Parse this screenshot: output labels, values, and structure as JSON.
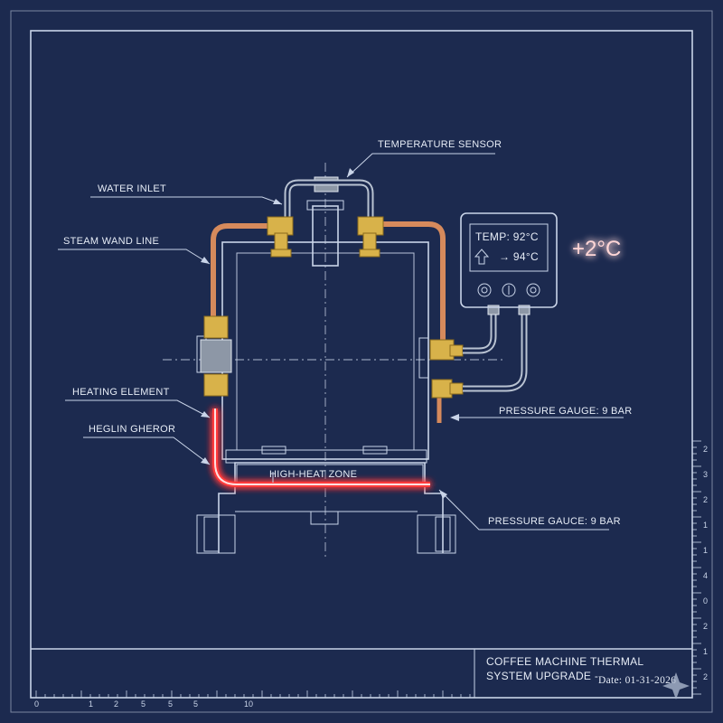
{
  "labels": {
    "temperature_sensor": "TEMPERATURE SENSOR",
    "water_inlet": "WATER INLET",
    "steam_wand_line": "STEAM WAND LINE",
    "heating_element": "HEATING ELEMENT",
    "heglin_gheror": "HEGLIN GHEROR",
    "high_heat_zone": "HIGH-HEAT ZONE",
    "pressure_gauge_1": "PRESSURE GAUGE: 9 BAR",
    "pressure_gauge_2": "PRESSURE GAUCE: 9 BAR"
  },
  "display": {
    "temp_line": "TEMP:  92°C",
    "target_line": "→ 94°C",
    "delta": "+2°C"
  },
  "title_block": {
    "line1": "COFFEE MACHINE THERMAL",
    "line2": "SYSTEM UPGRADE -",
    "date": "Date: 01-31-2026"
  },
  "ruler": {
    "bottom_ticks": [
      "0",
      "1",
      "2",
      "5",
      "5",
      "5",
      "10"
    ],
    "right_ticks": [
      "2",
      "3",
      "2",
      "1",
      "1",
      "4",
      "0",
      "2",
      "1",
      "2"
    ]
  },
  "colors": {
    "background": "#1c2a4f",
    "line": "#c9d4e8",
    "copper": "#d68a5c",
    "brass": "#d8b24a",
    "heat": "#ff3b3b"
  }
}
